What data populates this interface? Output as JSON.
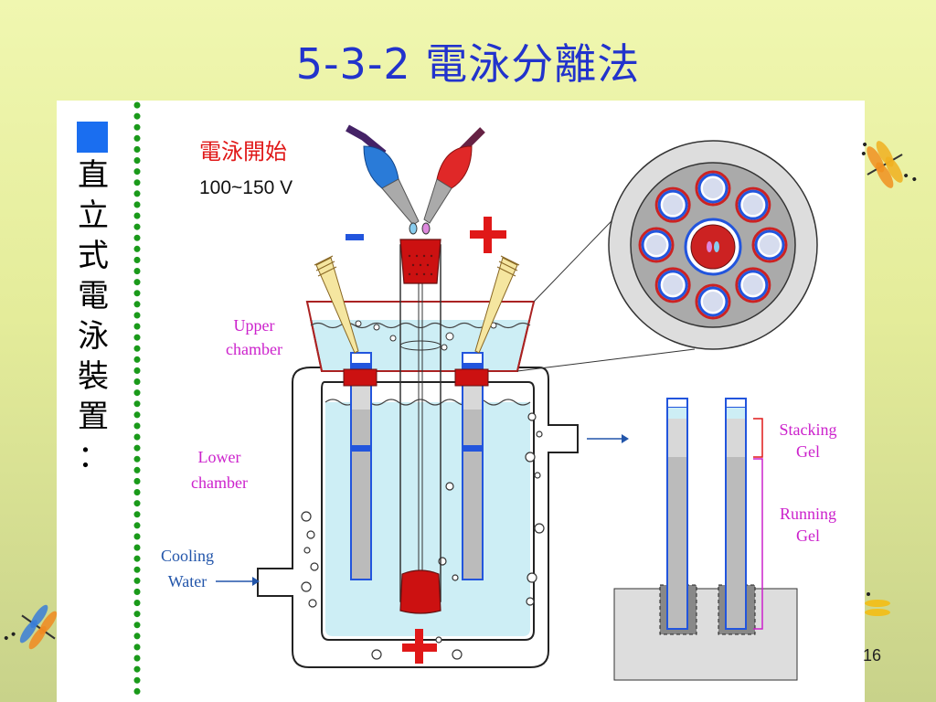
{
  "slide": {
    "title": "5-3-2  電泳分離法",
    "page_number": "16"
  },
  "side_heading": {
    "chars": [
      "直",
      "立",
      "式",
      "電",
      "泳",
      "裝",
      "置",
      "："
    ]
  },
  "diagram": {
    "start_label": "電泳開始",
    "voltage": "100~150 V",
    "minus_sign": "-",
    "plus_sign": "+",
    "upper_chamber": [
      "Upper",
      "chamber"
    ],
    "lower_chamber": [
      "Lower",
      "chamber"
    ],
    "cooling_water": [
      "Cooling",
      "Water"
    ],
    "stacking_gel": [
      "Stacking",
      "Gel"
    ],
    "running_gel": [
      "Running",
      "Gel"
    ]
  },
  "colors": {
    "title": "#2233cc",
    "accent_red": "#e01818",
    "label_magenta": "#cc22cc",
    "label_blue": "#2255aa",
    "water": "#cdeef5",
    "tube_outline": "#2255dd"
  }
}
